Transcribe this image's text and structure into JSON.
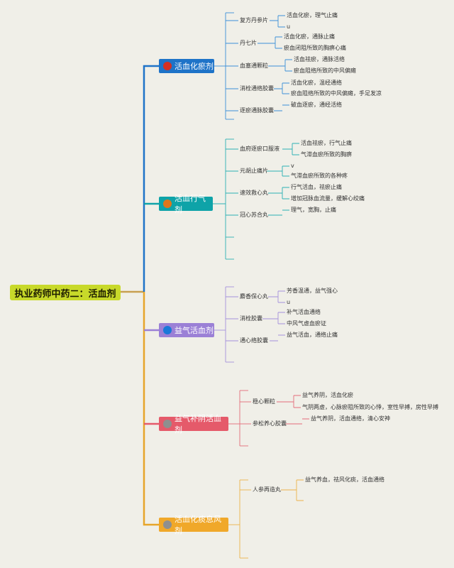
{
  "root": "执业药师中药二：活血剂",
  "colors": {
    "c1": "#1e73c8",
    "c2": "#0ea3a8",
    "c3": "#9b80d6",
    "c4": "#e55a6a",
    "c5": "#f0a82a",
    "trunk": "#c8a050"
  },
  "categories": [
    {
      "label": "活血化瘀剂",
      "dot": "#d43022",
      "drugs": [
        {
          "name": "复方丹参片",
          "items": [
            "活血化瘀，理气止痛",
            "u"
          ]
        },
        {
          "name": "丹七片",
          "items": [
            "活血化瘀，通脉止痛",
            "瘀血闭阻所致的胸痹心痛"
          ]
        },
        {
          "name": "血塞通颗粒",
          "items": [
            "活血祛瘀，通脉活络",
            "瘀血阻络所致的中风偏瘫"
          ]
        },
        {
          "name": "消栓通络胶囊",
          "items": [
            "活血化瘀，温经通络",
            "瘀血阻络所致的中风偏瘫，手足发凉"
          ]
        },
        {
          "name": "逐瘀通脉胶囊",
          "items": [
            "破血逐瘀，通经活络"
          ]
        }
      ]
    },
    {
      "label": "活血行气剂",
      "dot": "#e0761a",
      "drugs": [
        {
          "name": "血府逐瘀口服液",
          "items": [
            "活血祛瘀，行气止痛",
            "气滞血瘀所致的胸痹"
          ]
        },
        {
          "name": "元胡止痛片",
          "items": [
            "v",
            "气滞血瘀所致的各种疼"
          ]
        },
        {
          "name": "速效救心丸",
          "items": [
            "行气活血，祛瘀止痛",
            "增加冠脉血流量，缓解心绞痛"
          ]
        },
        {
          "name": "冠心苏合丸",
          "items": [
            "理气，宽胸，止痛"
          ]
        }
      ]
    },
    {
      "label": "益气活血剂",
      "dot": "#1a78d8",
      "drugs": [
        {
          "name": "麝香保心丸",
          "items": [
            "芳香温通，益气强心",
            "u"
          ]
        },
        {
          "name": "消栓胶囊",
          "items": [
            "补气活血通络",
            "中风气虚血瘀证"
          ]
        },
        {
          "name": "通心络胶囊",
          "items": [
            "益气活血，通络止痛"
          ]
        }
      ]
    },
    {
      "label": "益气补阴活血剂",
      "dot": "#8f8f8f",
      "drugs": [
        {
          "name": "稳心颗粒",
          "items": [
            "益气养阴，活血化瘀",
            "气阴两虚，心脉瘀阻所致的心悸，室性早搏，房性早搏"
          ]
        },
        {
          "name": "参松养心胶囊",
          "items": [
            "益气养阴，活血通络，清心安神"
          ]
        }
      ]
    },
    {
      "label": "活血化痰息风剂",
      "dot": "#8f8f8f",
      "drugs": [
        {
          "name": "人参再造丸",
          "items": [
            "益气养血，祛风化痰，活血通络"
          ]
        }
      ]
    }
  ]
}
